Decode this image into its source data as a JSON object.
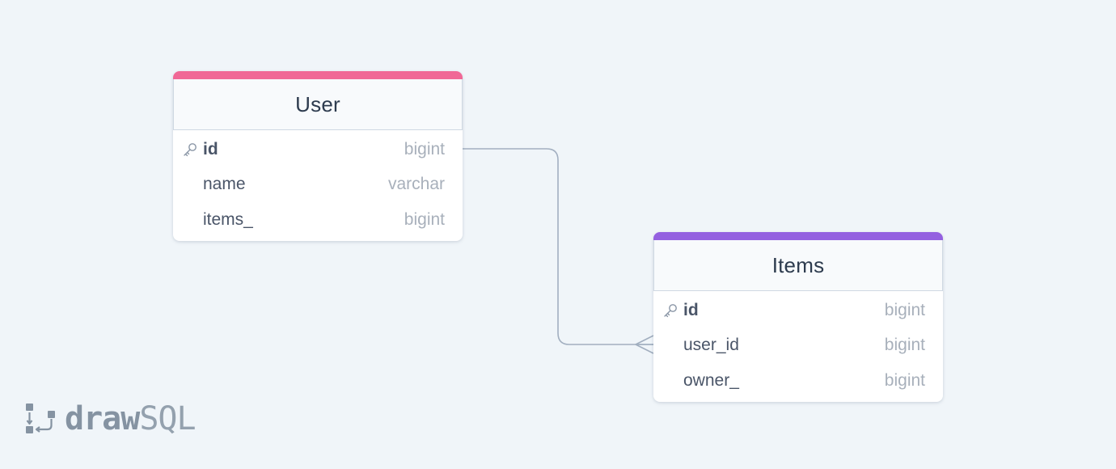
{
  "colors": {
    "background": "#f0f5f9",
    "user_accent": "#f06896",
    "items_accent": "#9460e0",
    "connector": "#a2afc0"
  },
  "tables": {
    "user": {
      "title": "User",
      "columns": [
        {
          "name": "id",
          "type": "bigint",
          "primary_key": true
        },
        {
          "name": "name",
          "type": "varchar",
          "primary_key": false
        },
        {
          "name": "items_",
          "type": "bigint",
          "primary_key": false
        }
      ]
    },
    "items": {
      "title": "Items",
      "columns": [
        {
          "name": "id",
          "type": "bigint",
          "primary_key": true
        },
        {
          "name": "user_id",
          "type": "bigint",
          "primary_key": false
        },
        {
          "name": "owner_",
          "type": "bigint",
          "primary_key": false
        }
      ]
    }
  },
  "relationship": {
    "from": "User.id",
    "to": "Items.user_id",
    "cardinality": "one-to-many"
  },
  "logo": {
    "bold": "draw",
    "light": "SQL"
  }
}
